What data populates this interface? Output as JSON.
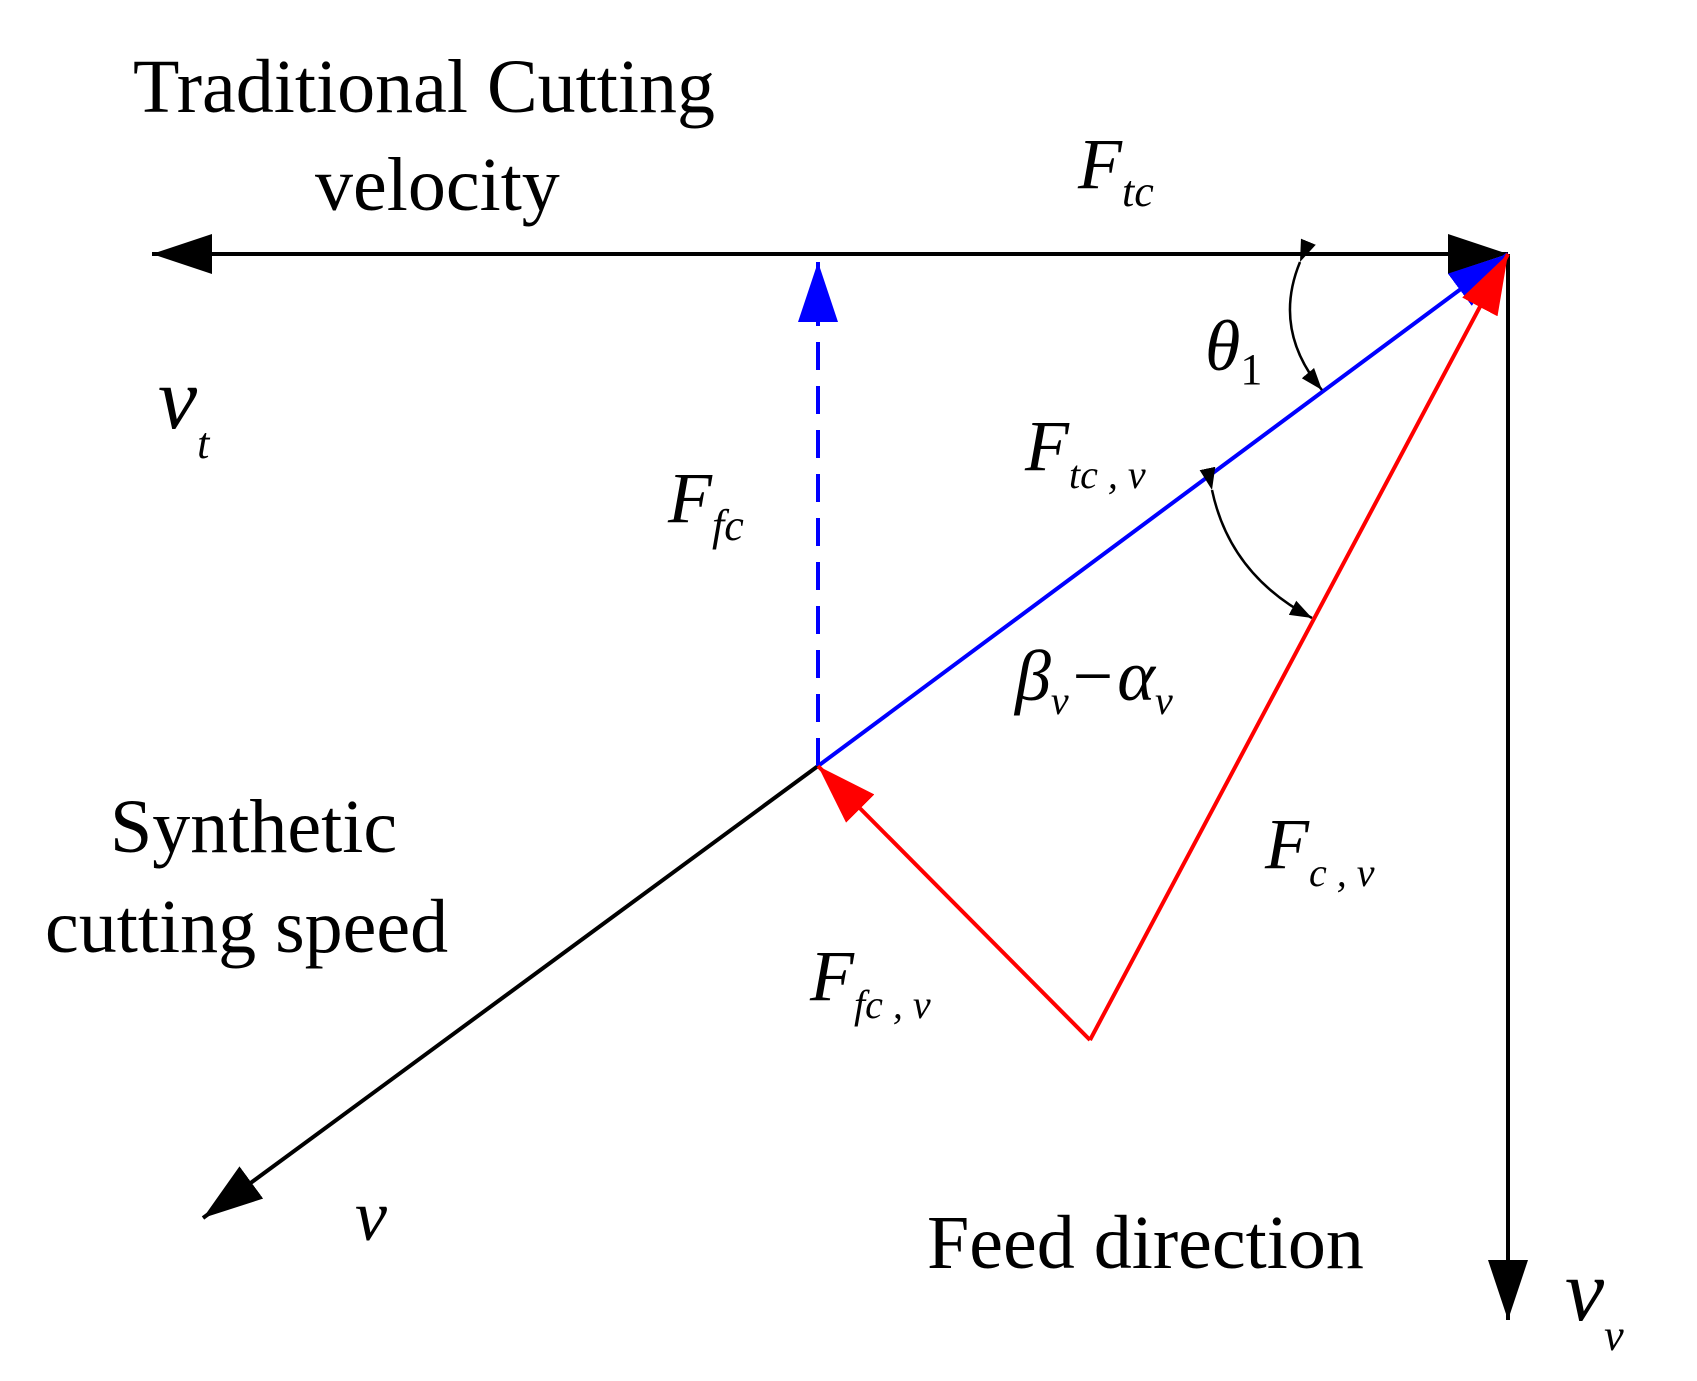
{
  "labels": {
    "traditional_line1": "Traditional Cutting",
    "traditional_line2": "velocity",
    "synthetic_line1": "Synthetic",
    "synthetic_line2": "cutting speed",
    "feed_direction": "Feed direction"
  },
  "symbols": {
    "v_t": {
      "base": "v",
      "sub": "t"
    },
    "v": {
      "base": "v"
    },
    "v_v": {
      "base": "v",
      "sub": "v"
    },
    "F_tc": {
      "base": "F",
      "sub": "tc"
    },
    "F_fc": {
      "base": "F",
      "sub": "fc"
    },
    "F_tc_v": {
      "base": "F",
      "sub": "tc , v"
    },
    "F_c_v": {
      "base": "F",
      "sub": "c , v"
    },
    "F_fc_v": {
      "base": "F",
      "sub": "fc , v"
    },
    "theta1": {
      "base": "θ",
      "sub": "1"
    },
    "beta_alpha": {
      "beta": "β",
      "beta_sub": "v",
      "minus": "−",
      "alpha": "α",
      "alpha_sub": "v"
    }
  },
  "colors": {
    "axis": "#000000",
    "resultant_force": "#0000ff",
    "force_components": "#ff0000"
  }
}
